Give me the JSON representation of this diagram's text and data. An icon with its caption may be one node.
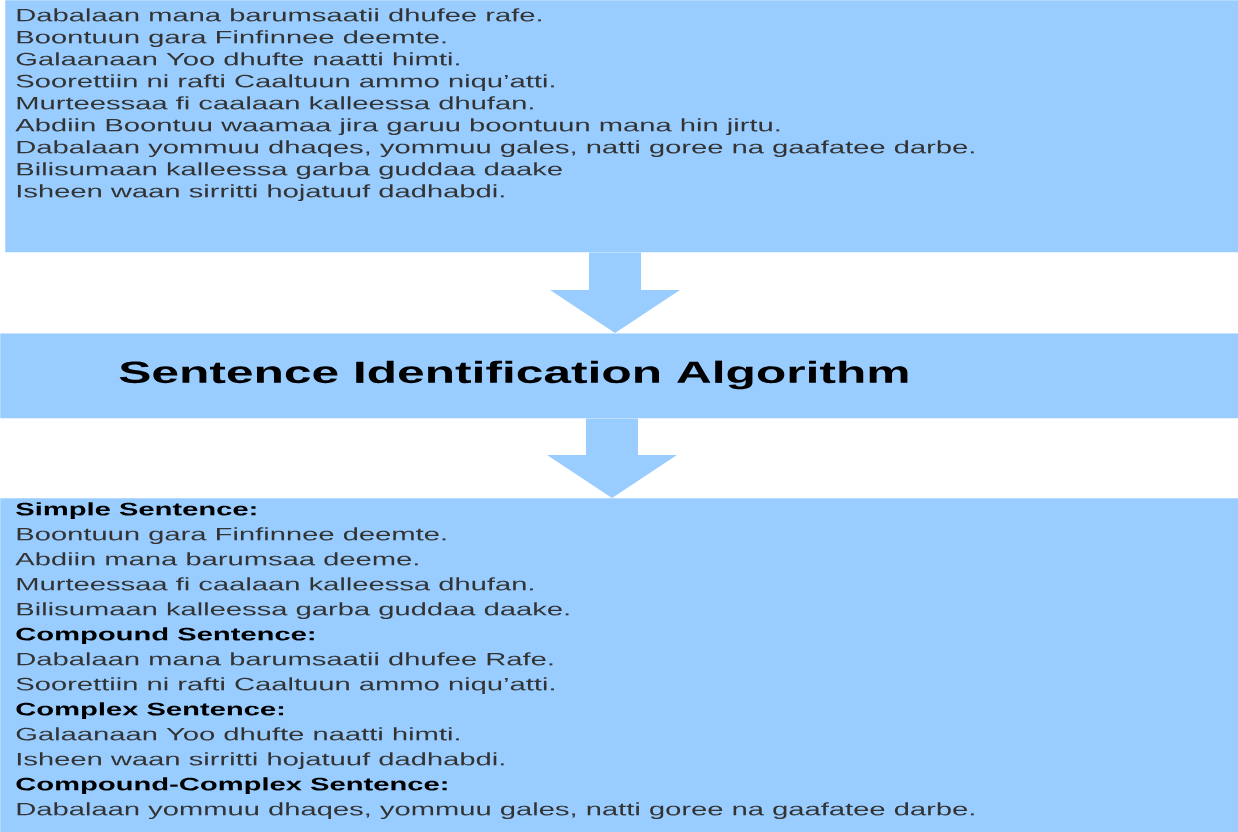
{
  "diagram": {
    "nodes": [
      {
        "text": [
          "Dabalaan mana barumsaatii dhufee rafe.",
          "Boontuun gara Finfinnee deemte.",
          "Galaanaan Yoo dhufte naatti himti.",
          "Soorettiin ni rafti Caaltuun ammo niqu’atti.",
          "Murteessaa fi caalaan kalleessa dhufan.",
          "Abdiin Boontuu waamaa jira garuu boontuun mana hin jirtu.",
          "Dabalaan yommuu dhaqes, yommuu gales, natti goree na gaafatee darbe.",
          "Bilisumaan kalleessa garba guddaa daake",
          "Isheen waan sirritti hojatuuf dadhabdi."
        ]
      },
      {
        "text": [
          "Sentence Identification Algorithm"
        ]
      },
      {
        "text": [
          "Simple Sentence:",
          "Boontuun gara Finfinnee deemte.",
          "Abdiin mana barumsaa deeme.",
          "Murteessaa fi caalaan kalleessa dhufan.",
          "Bilisumaan kalleessa garba guddaa daake.",
          "Compound Sentence:",
          "Dabalaan mana barumsaatii dhufee Rafe.",
          "Soorettiin ni rafti Caaltuun ammo niqu’atti.",
          "Complex Sentence:",
          "Galaanaan Yoo dhufte naatti himti.",
          "Isheen waan sirritti hojatuuf dadhabdi.",
          "Compound-Complex Sentence:",
          "Dabalaan yommuu dhaqes, yommuu gales, natti goree na gaafatee darbe."
        ]
      }
    ],
    "edges": [
      {
        "from": 0,
        "to": 1,
        "arrow": "to"
      },
      {
        "from": 1,
        "to": 2,
        "arrow": "to"
      }
    ]
  }
}
